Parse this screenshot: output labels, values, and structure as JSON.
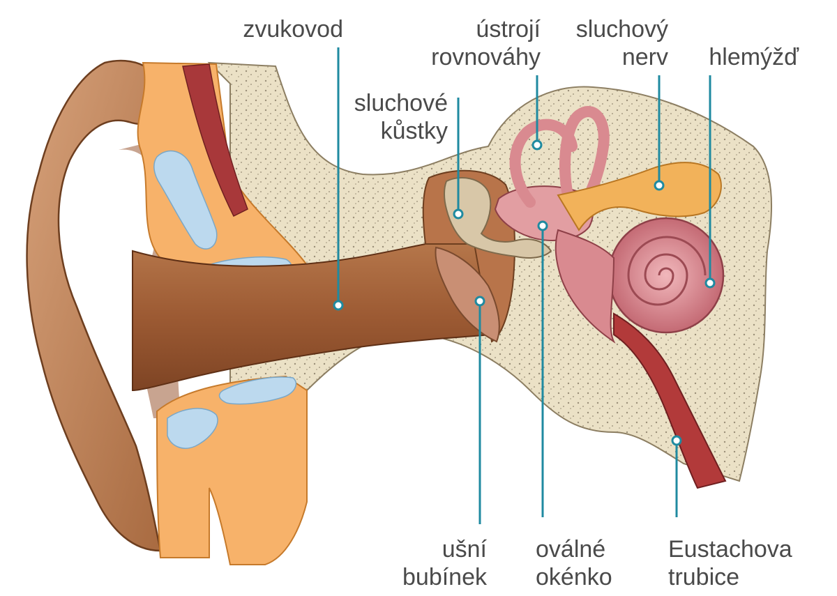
{
  "labels": {
    "zvukovod": [
      "zvukovod"
    ],
    "ustroji": [
      "ústrojí",
      "rovnováhy"
    ],
    "sluchovy_nerv": [
      "sluchový",
      "nerv"
    ],
    "hlemyzd": [
      "hlemýžď"
    ],
    "sluchove_kustky": [
      "sluchové",
      "kůstky"
    ],
    "usni_bubinek": [
      "ušní",
      "bubínek"
    ],
    "ovalne_okenko": [
      "oválné",
      "okénko"
    ],
    "eustachova_trubice": [
      "Eustachova",
      "trubice"
    ]
  },
  "colors": {
    "leader": "#1f8aa0",
    "text": "#4a4a4a",
    "skin": "#c98c5e",
    "skin_dark": "#8a4f2c",
    "cartilage": "#f7b26a",
    "bone": "#ebe0c4",
    "inner_ear": "#d98a90",
    "canal_blue": "#bcd9ee"
  }
}
